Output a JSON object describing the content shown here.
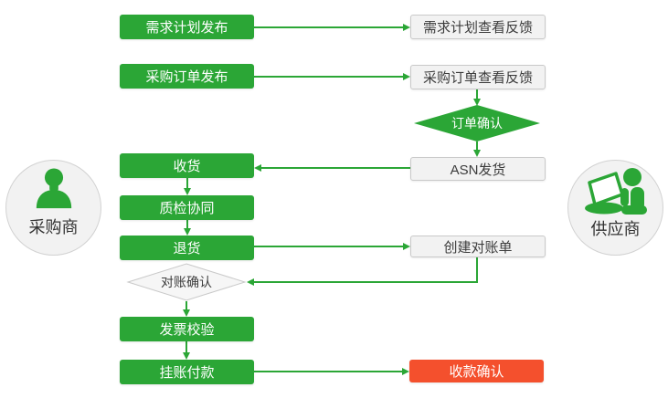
{
  "actors": {
    "buyer": {
      "label": "采购商",
      "icon": "person-icon"
    },
    "supplier": {
      "label": "供应商",
      "icon": "person-at-computer-icon"
    }
  },
  "nodes": {
    "demand_plan_publish": {
      "label": "需求计划发布",
      "type": "process",
      "actor": "buyer"
    },
    "purchase_order_publish": {
      "label": "采购订单发布",
      "type": "process",
      "actor": "buyer"
    },
    "receiving": {
      "label": "收货",
      "type": "process",
      "actor": "buyer"
    },
    "quality_collab": {
      "label": "质检协同",
      "type": "process",
      "actor": "buyer"
    },
    "return_goods": {
      "label": "退货",
      "type": "process",
      "actor": "buyer"
    },
    "reconciliation_confirm": {
      "label": "对账确认",
      "type": "decision",
      "actor": "buyer"
    },
    "invoice_verify": {
      "label": "发票校验",
      "type": "process",
      "actor": "buyer"
    },
    "book_payment": {
      "label": "挂账付款",
      "type": "process",
      "actor": "buyer"
    },
    "demand_plan_feedback": {
      "label": "需求计划查看反馈",
      "type": "feedback",
      "actor": "supplier"
    },
    "purchase_order_feedback": {
      "label": "采购订单查看反馈",
      "type": "feedback",
      "actor": "supplier"
    },
    "order_confirm": {
      "label": "订单确认",
      "type": "decision",
      "actor": "supplier"
    },
    "asn_shipment": {
      "label": "ASN发货",
      "type": "feedback",
      "actor": "supplier"
    },
    "create_statement": {
      "label": "创建对账单",
      "type": "feedback",
      "actor": "supplier"
    },
    "payment_received_confirm": {
      "label": "收款确认",
      "type": "final",
      "actor": "supplier"
    }
  },
  "edges": [
    {
      "from": "需求计划发布",
      "to": "需求计划查看反馈"
    },
    {
      "from": "采购订单发布",
      "to": "采购订单查看反馈"
    },
    {
      "from": "采购订单查看反馈",
      "to": "订单确认"
    },
    {
      "from": "订单确认",
      "to": "ASN发货"
    },
    {
      "from": "ASN发货",
      "to": "收货"
    },
    {
      "from": "收货",
      "to": "质检协同"
    },
    {
      "from": "质检协同",
      "to": "退货"
    },
    {
      "from": "退货",
      "to": "创建对账单"
    },
    {
      "from": "创建对账单",
      "to": "对账确认"
    },
    {
      "from": "对账确认",
      "to": "发票校验"
    },
    {
      "from": "发票校验",
      "to": "挂账付款"
    },
    {
      "from": "挂账付款",
      "to": "收款确认"
    }
  ],
  "colors": {
    "green": "#2ba636",
    "red": "#f4502d",
    "light_fill": "#f2f2f2",
    "light_border": "#c9c9c9",
    "dark_text": "#3c3c3c"
  }
}
